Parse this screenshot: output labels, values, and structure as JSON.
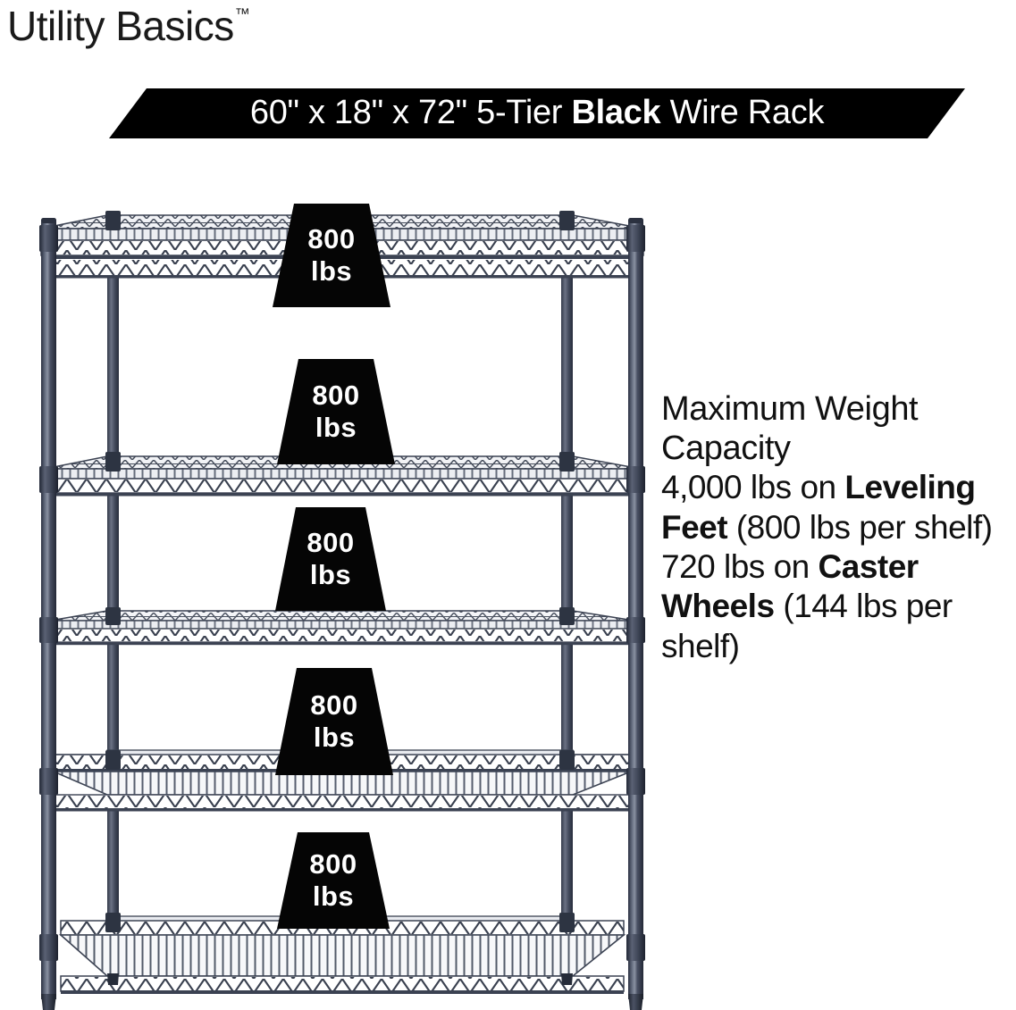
{
  "brand": {
    "name": "Utility Basics",
    "trademark": "™"
  },
  "banner": {
    "dimensions": "60\" x 18\" x 72\"",
    "tier_text": "5-Tier",
    "highlight": "Black",
    "product": "Wire Rack",
    "full_text": "60\" x 18\" x 72\" 5-Tier Black Wire Rack",
    "background_color": "#000000",
    "text_color": "#ffffff"
  },
  "product": {
    "width_in": "60\"",
    "depth_in": "18\"",
    "height_in": "72\"",
    "tiers": 5,
    "finish": "Black"
  },
  "badges": [
    {
      "value": "800",
      "unit": "lbs"
    },
    {
      "value": "800",
      "unit": "lbs"
    },
    {
      "value": "800",
      "unit": "lbs"
    },
    {
      "value": "800",
      "unit": "lbs"
    },
    {
      "value": "800",
      "unit": "lbs"
    }
  ],
  "capacity": {
    "heading": "Maximum Weight Capacity",
    "leveling_feet": {
      "total": "4,000 lbs on ",
      "bold": "Leveling Feet",
      "per_shelf": " (800 lbs per shelf)"
    },
    "caster_wheels": {
      "total": "720 lbs on ",
      "bold": "Caster Wheels",
      "per_shelf": " (144 lbs per shelf)"
    }
  },
  "colors": {
    "background": "#ffffff",
    "ink": "#111111",
    "banner_black": "#000000",
    "badge_black": "#050505",
    "rack_post": "#3a4153",
    "rack_post_dark": "#252b3a",
    "rack_post_light": "#6d7588",
    "rack_wire": "#3b4252"
  }
}
